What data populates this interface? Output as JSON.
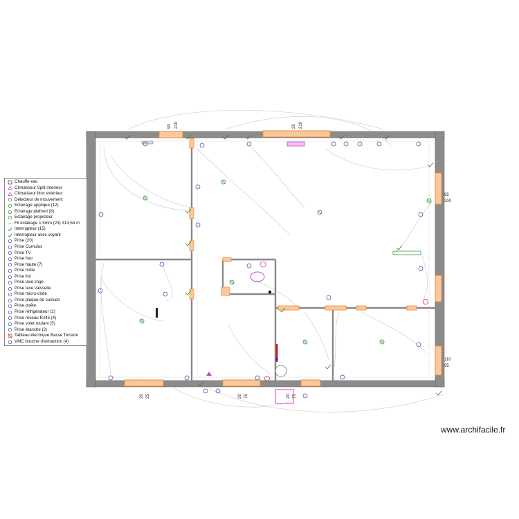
{
  "legend": {
    "items": [
      {
        "label": "Chauffe eau",
        "icon": "water-heater-icon",
        "color": "#333333"
      },
      {
        "label": "Climatiseur Split interieur",
        "icon": "ac-indoor-icon",
        "color": "#cc44cc"
      },
      {
        "label": "Climatiseur bloc exterieur",
        "icon": "ac-outdoor-icon",
        "color": "#cc44cc"
      },
      {
        "label": "Détecteur de mouvement",
        "icon": "motion-detector-icon",
        "color": "#228822"
      },
      {
        "label": "Eclairage applique (12)",
        "icon": "wall-light-icon",
        "color": "#228822"
      },
      {
        "label": "Eclairage plafond (8)",
        "icon": "ceiling-light-icon",
        "color": "#228822"
      },
      {
        "label": "Eclairage projecteur",
        "icon": "spotlight-icon",
        "color": "#228822"
      },
      {
        "label": "Fil éclairage 1.5mm (23) 313,64 m",
        "icon": "wire-icon",
        "color": "#999999"
      },
      {
        "label": "Interrupteur (15)",
        "icon": "switch-icon",
        "color": "#228822"
      },
      {
        "label": "Interrupteur avec voyant",
        "icon": "switch-light-icon",
        "color": "#228822"
      },
      {
        "label": "Prise (20)",
        "icon": "outlet-icon",
        "color": "#3344aa"
      },
      {
        "label": "Prise Cumulus",
        "icon": "outlet-cumulus-icon",
        "color": "#3344aa"
      },
      {
        "label": "Prise TV",
        "icon": "outlet-tv-icon",
        "color": "#3344aa"
      },
      {
        "label": "Prise four",
        "icon": "outlet-oven-icon",
        "color": "#3344aa"
      },
      {
        "label": "Prise haute (7)",
        "icon": "outlet-high-icon",
        "color": "#3344aa"
      },
      {
        "label": "Prise hotte",
        "icon": "outlet-hood-icon",
        "color": "#3344aa"
      },
      {
        "label": "Prise ilot",
        "icon": "outlet-island-icon",
        "color": "#3344aa"
      },
      {
        "label": "Prise lave linge",
        "icon": "outlet-washer-icon",
        "color": "#3344aa"
      },
      {
        "label": "Prise lave vaisselle",
        "icon": "outlet-dishwasher-icon",
        "color": "#3344aa"
      },
      {
        "label": "Prise micro-onde",
        "icon": "outlet-microwave-icon",
        "color": "#3344aa"
      },
      {
        "label": "Prise plaque de cuisson",
        "icon": "outlet-cooktop-icon",
        "color": "#3344aa"
      },
      {
        "label": "Prise poêle",
        "icon": "outlet-stove-icon",
        "color": "#3344aa"
      },
      {
        "label": "Prise réfrigérateur (2)",
        "icon": "outlet-fridge-icon",
        "color": "#3344aa"
      },
      {
        "label": "Prise réseau RJ45 (4)",
        "icon": "rj45-icon",
        "color": "#3344aa"
      },
      {
        "label": "Prise volet roulant (5)",
        "icon": "shutter-outlet-icon",
        "color": "#3344aa"
      },
      {
        "label": "Prise étanche (2)",
        "icon": "waterproof-outlet-icon",
        "color": "#3344aa"
      },
      {
        "label": "Tableau électrique Basse Tension",
        "icon": "electrical-panel-icon",
        "color": "#cc2222"
      },
      {
        "label": "VMC bouche d'extraction (4)",
        "icon": "vmc-icon",
        "color": "#3344aa"
      }
    ]
  },
  "dimensions": {
    "top_window_1": [
      "90",
      "210"
    ],
    "top_window_2": [
      "20",
      "210"
    ],
    "right_window_top": [
      "95",
      "200"
    ],
    "right_window_bottom": [
      "110",
      "95"
    ],
    "bottom_window_left": [
      "20",
      "25"
    ],
    "bottom_window_middle": [
      "20",
      "75"
    ],
    "bottom_window_right": [
      "20",
      "75"
    ]
  },
  "watermark": "www.archifacile.fr",
  "colors": {
    "wall": "#8c8c8c",
    "opening": "#f5a25a",
    "wire": "#bbbbbb",
    "lighting": "#228822",
    "outlet": "#3344aa",
    "ac": "#cc44cc",
    "panel": "#cc2222"
  }
}
